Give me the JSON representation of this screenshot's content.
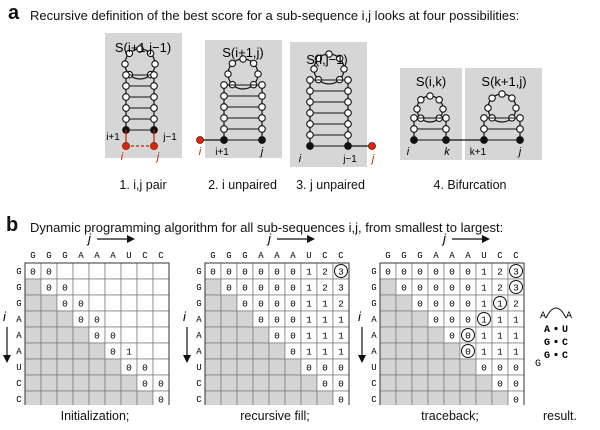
{
  "panel_a": {
    "letter": "a",
    "heading": "Recursive definition of the best score for a sub-sequence i,j looks at four possibilities:",
    "cases": [
      {
        "label": "1. i,j pair",
        "score": "S(i+1,j−1)",
        "left_index": "i+1",
        "right_index": "j−1",
        "end_left": "i",
        "end_right": "j"
      },
      {
        "label": "2. i unpaired",
        "score": "S(i+1,j)",
        "end_left": "i",
        "left_index": "i+1",
        "right_index": "j"
      },
      {
        "label": "3. j unpaired",
        "score": "S(i,j−1)",
        "left_index": "i",
        "right_index": "j−1",
        "end_right": "j"
      },
      {
        "label": "4. Bifurcation",
        "score_left": "S(i,k)",
        "score_right": "S(k+1,j)",
        "indices": [
          "i",
          "k",
          "k+1",
          "j"
        ]
      }
    ]
  },
  "panel_b": {
    "letter": "b",
    "heading": "Dynamic programming algorithm for all sub-sequences i,j, from smallest to largest:",
    "axis_j": "j",
    "axis_i": "i",
    "sequence": [
      "G",
      "G",
      "G",
      "A",
      "A",
      "A",
      "U",
      "C",
      "C"
    ],
    "step_labels": [
      "Initialization;",
      "recursive fill;",
      "traceback;",
      "result."
    ],
    "fill_values": [
      [
        0,
        0,
        0,
        0,
        0,
        0,
        1,
        2,
        3
      ],
      [
        null,
        0,
        0,
        0,
        0,
        0,
        1,
        2,
        3
      ],
      [
        null,
        null,
        0,
        0,
        0,
        0,
        1,
        1,
        2
      ],
      [
        null,
        null,
        null,
        0,
        0,
        0,
        1,
        1,
        1
      ],
      [
        null,
        null,
        null,
        null,
        0,
        0,
        1,
        1,
        1
      ],
      [
        null,
        null,
        null,
        null,
        null,
        0,
        1,
        1,
        1
      ],
      [
        null,
        null,
        null,
        null,
        null,
        null,
        0,
        0,
        0
      ],
      [
        null,
        null,
        null,
        null,
        null,
        null,
        null,
        0,
        0
      ],
      [
        null,
        null,
        null,
        null,
        null,
        null,
        null,
        null,
        0
      ]
    ],
    "traceback_cells": [
      [
        0,
        8
      ],
      [
        1,
        8
      ],
      [
        2,
        7
      ],
      [
        3,
        6
      ],
      [
        4,
        5
      ],
      [
        5,
        5
      ]
    ],
    "result": {
      "loop_left": "A",
      "loop_right": "A",
      "pairs": [
        [
          "A",
          "U"
        ],
        [
          "G",
          "C"
        ],
        [
          "G",
          "C"
        ]
      ],
      "dangling": "G"
    }
  }
}
